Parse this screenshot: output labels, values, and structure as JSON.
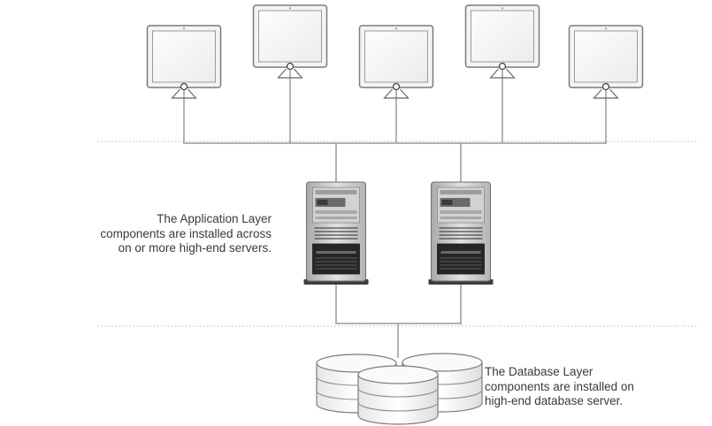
{
  "captions": {
    "application_layer": {
      "lines": [
        "The Application Layer",
        "components are installed across",
        "on or more high-end servers."
      ]
    },
    "database_layer": {
      "lines": [
        "The Database Layer",
        "components are installed on",
        "high-end database server."
      ]
    }
  },
  "icons": {
    "client": "monitor-icon",
    "server": "tower-server-icon",
    "database": "database-cylinder-icon"
  },
  "colors": {
    "line": "#9a9a9a",
    "dotted_divider": "#bdbdbd",
    "text": "#3a3a3a"
  }
}
